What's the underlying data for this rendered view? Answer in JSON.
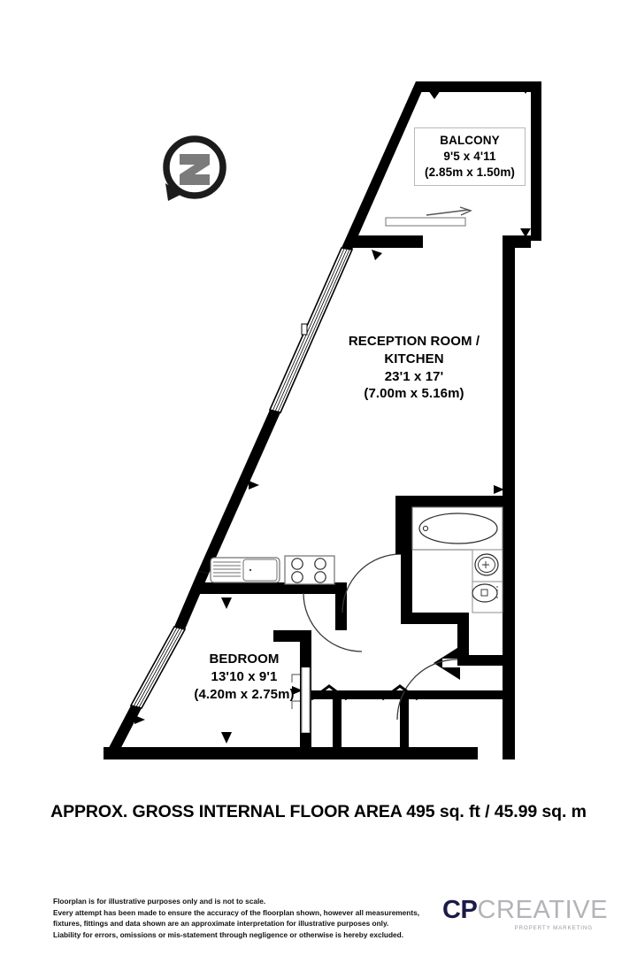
{
  "document": {
    "type": "residential-floorplan",
    "area_summary": "APPROX. GROSS INTERNAL FLOOR AREA 495 sq. ft / 45.99 sq. m"
  },
  "compass": {
    "name": "north-indicator",
    "letter": "N",
    "ring_color": "#1c1c1c",
    "needle_color": "#7b7b7b"
  },
  "rooms": [
    {
      "id": "balcony",
      "name": "BALCONY",
      "dim_imperial": "9'5 x 4'11",
      "dim_metric": "(2.85m x 1.50m)",
      "boxed": true
    },
    {
      "id": "reception",
      "name_line1": "RECEPTION ROOM /",
      "name_line2": "KITCHEN",
      "dim_imperial": "23'1 x 17'",
      "dim_metric": "(7.00m x 5.16m)",
      "boxed": false
    },
    {
      "id": "bedroom",
      "name": "BEDROOM",
      "dim_imperial": "13'10 x 9'1",
      "dim_metric": "(4.20m x 2.75m)",
      "boxed": false
    }
  ],
  "fixtures": [
    {
      "id": "bath",
      "label": "bathtub"
    },
    {
      "id": "wash-basin",
      "label": "wash-basin"
    },
    {
      "id": "toilet",
      "label": "toilet"
    },
    {
      "id": "kitchen-sink",
      "label": "kitchen-sink"
    },
    {
      "id": "hob",
      "label": "four-ring-hob"
    },
    {
      "id": "sliding-door",
      "label": "balcony-sliding-door"
    },
    {
      "id": "entrance-arrow",
      "label": "entrance-direction-arrow"
    }
  ],
  "disclaimer": {
    "line1": "Floorplan is for illustrative purposes only and is not to scale.",
    "line2": "Every attempt has been made to ensure the accuracy of the floorplan shown, however all measurements,",
    "line3": "fixtures, fittings and data shown are an approximate interpretation for illustrative purposes only.",
    "line4": "Liability for errors, omissions or mis-statement through negligence or otherwise is hereby excluded."
  },
  "brand": {
    "mark_bold": "CP",
    "mark_light": "CREATIVE",
    "tagline": "PROPERTY MARKETING",
    "color_bold": "#1b1b49",
    "color_light": "#b3b3b8"
  },
  "colors": {
    "wall": "#000000",
    "background": "#ffffff",
    "fixture_stroke": "#2b2b2b",
    "label_box_border": "#b9b9b9"
  }
}
